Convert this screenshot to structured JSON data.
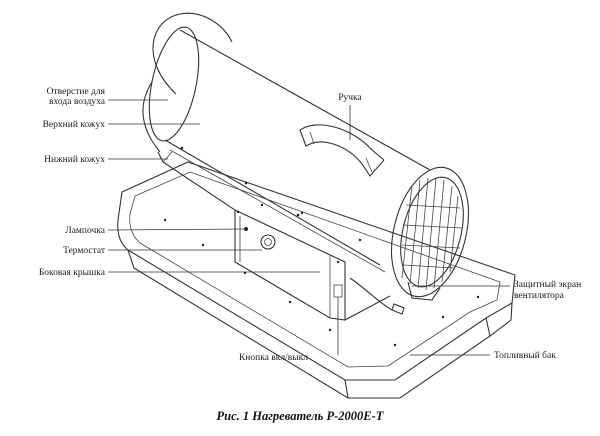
{
  "labels": {
    "air_intake_line1": "Отверстие для",
    "air_intake_line2": "входа воздуха",
    "upper_shell": "Верхний кожух",
    "lower_shell": "Нижний кожух",
    "handle": "Ручка",
    "lamp": "Лампочка",
    "thermostat": "Термостат",
    "side_cover": "Боковая крышка",
    "power_button": "Кнопка вкл/выкл",
    "fan_guard_line1": "Защитный экран",
    "fan_guard_line2": "вентилятора",
    "fuel_tank": "Топливный бак"
  },
  "caption": "Рис. 1  Нагреватель P-2000E-T"
}
